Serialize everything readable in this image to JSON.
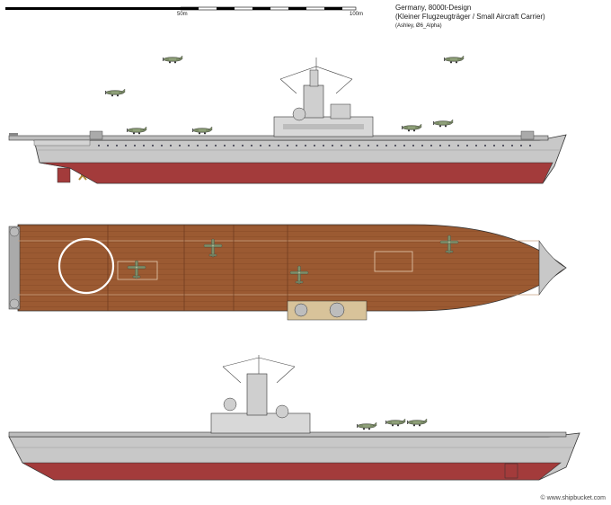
{
  "header": {
    "title": "Germany, 8000t-Design",
    "subtitle": "(Kleiner Flugzeugträger / Small Aircraft Carrier)",
    "credit": "(Ashley, Ø6_Alpha)"
  },
  "scale": {
    "mid_label": "50m",
    "end_label": "100m"
  },
  "watermark": "© www.shipbucket.com",
  "colors": {
    "hull_grey": "#c8c8c8",
    "hull_red": "#a33b3b",
    "deck_wood": "#9b5a32",
    "outline": "#333333",
    "aircraft": "#7d8e68"
  }
}
